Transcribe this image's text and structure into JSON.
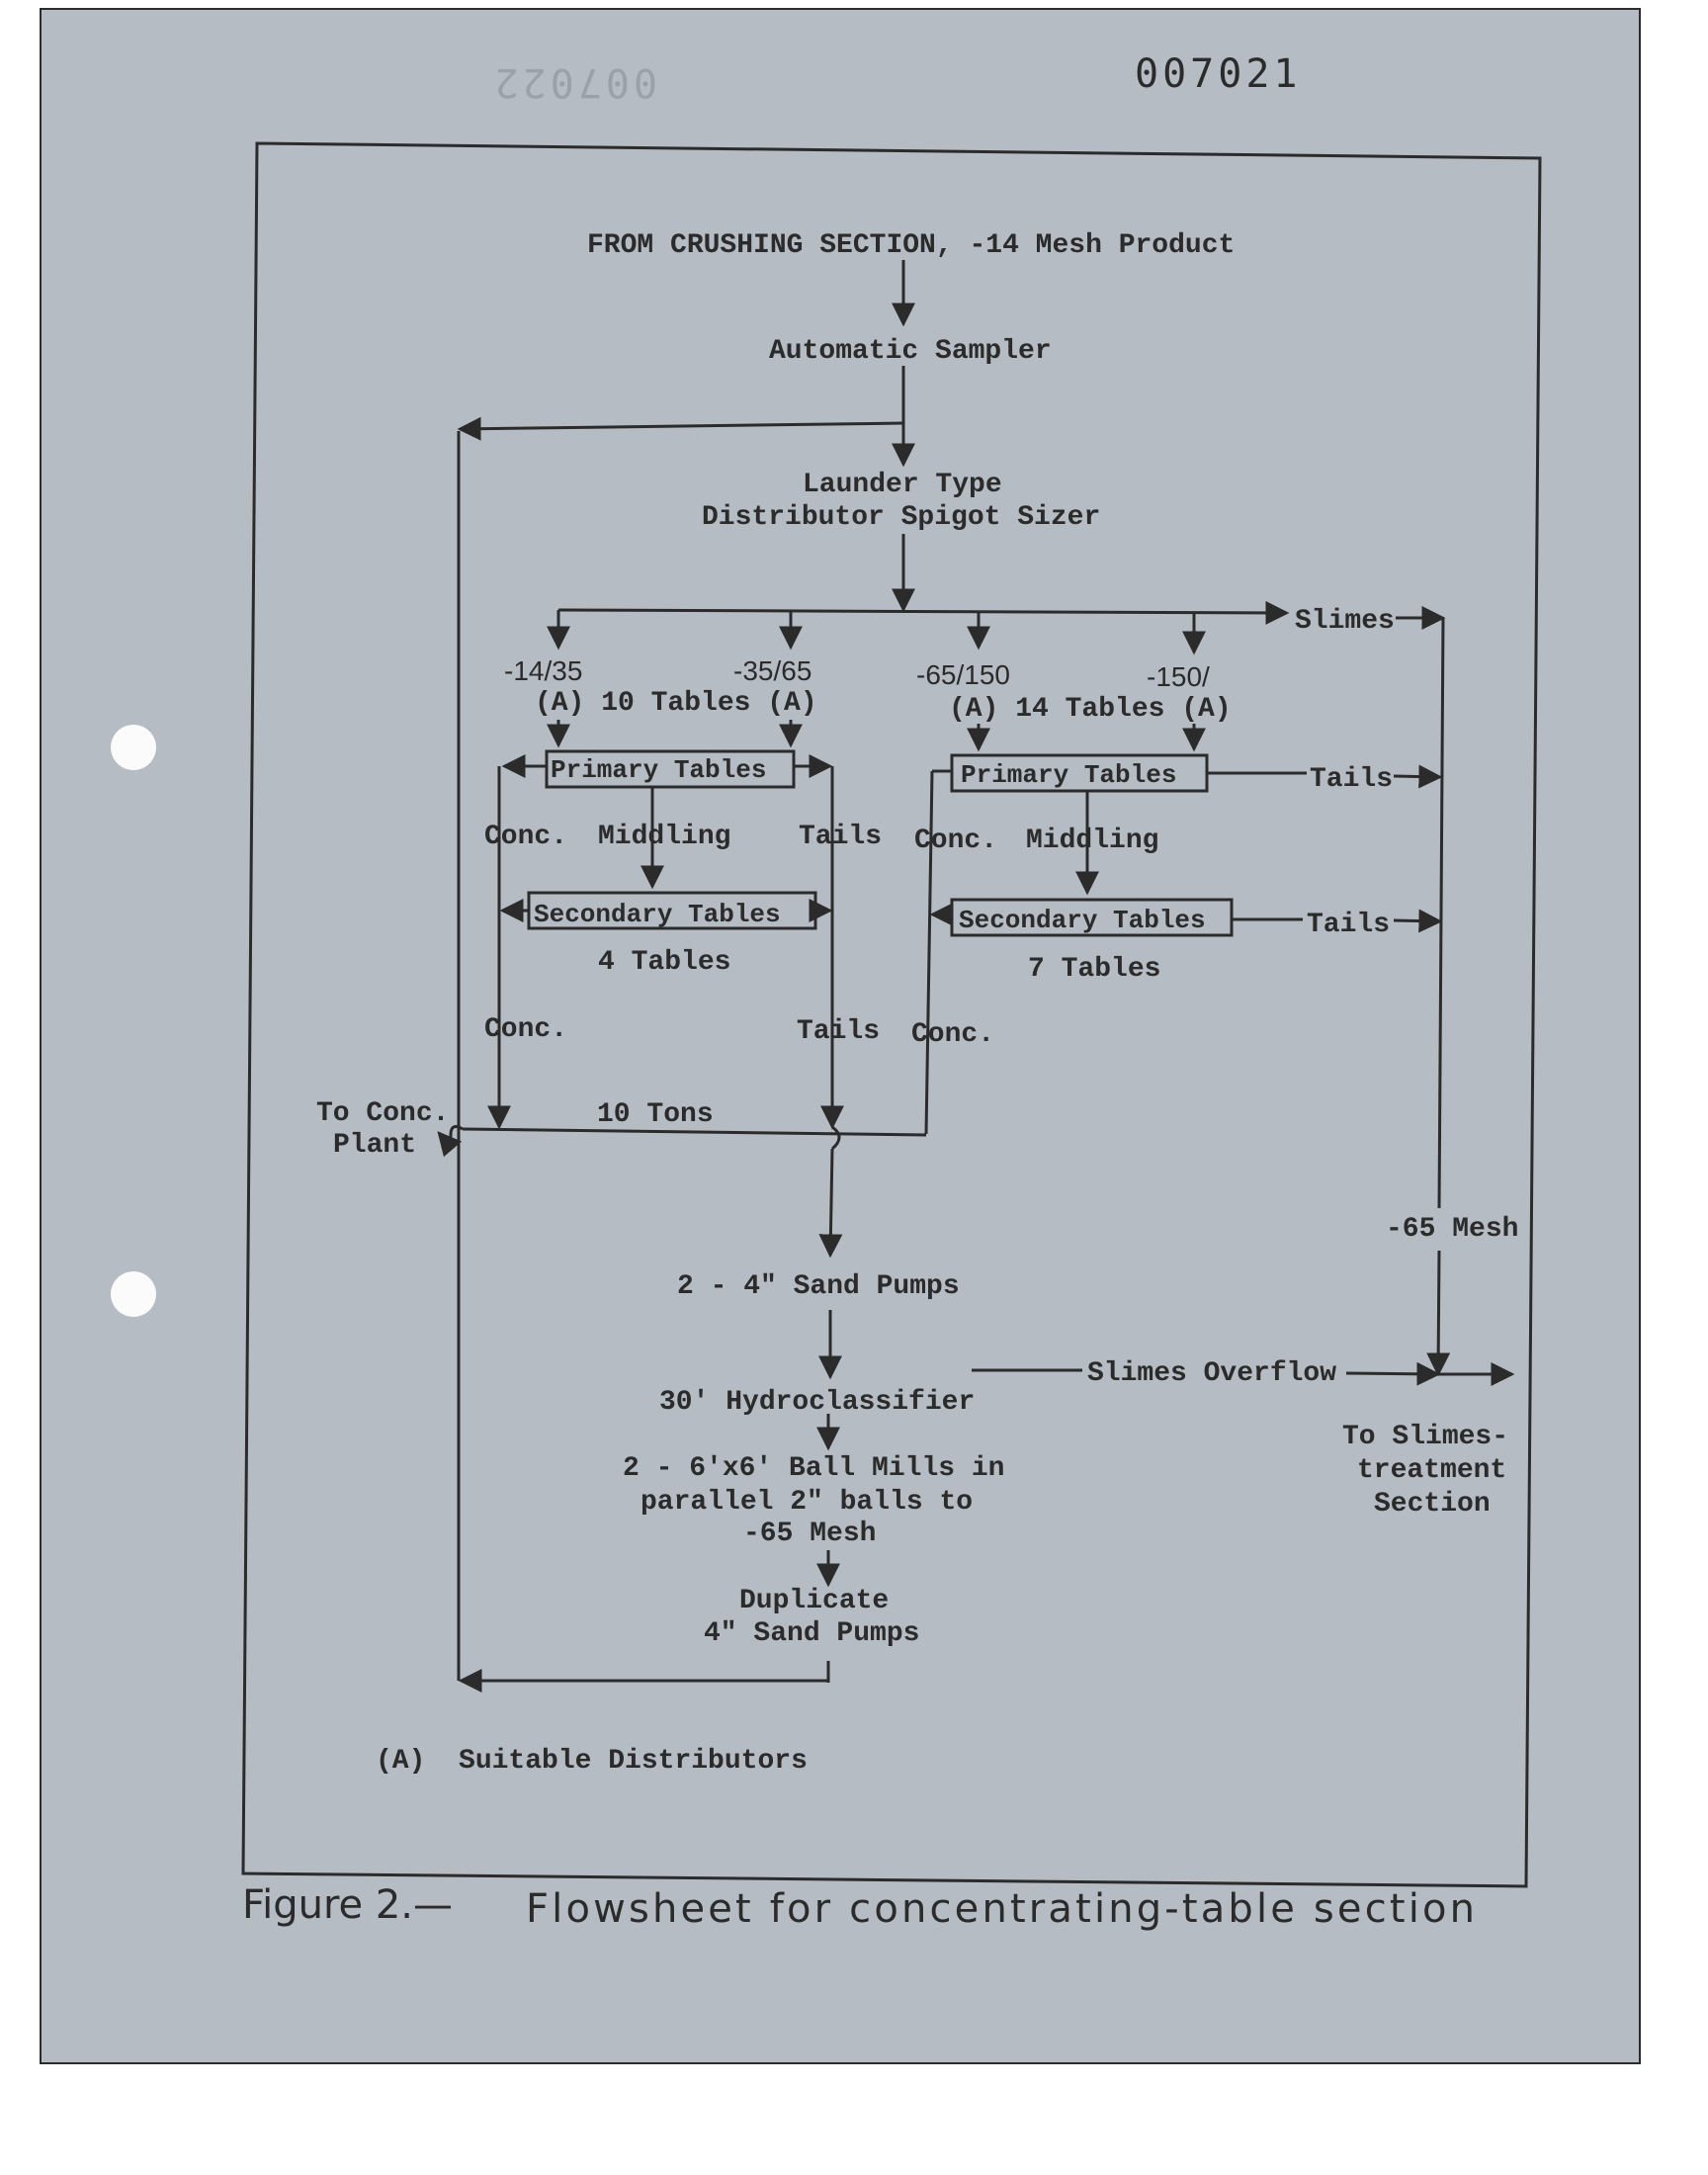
{
  "page_number": "007021",
  "ghost_number": "007022",
  "caption": {
    "prefix": "Figure 2.—",
    "title": "Flowsheet for concentrating-table section"
  },
  "nodes": {
    "crushing": "FROM CRUSHING SECTION, -14 Mesh Product",
    "sampler": "Automatic Sampler",
    "sizer_1": "Launder Type",
    "sizer_2": "Distributor Spigot Sizer",
    "slimes": "Slimes",
    "size_14_35": "-14/35",
    "size_35_65": "-35/65",
    "size_65_150": "-65/150",
    "size_150": "-150/",
    "tables_left": "(A) 10 Tables (A)",
    "tables_right": "(A) 14 Tables (A)",
    "primary_left": "Primary Tables",
    "primary_right": "Primary Tables",
    "conc_l1": "Conc.",
    "middling_l": "Middling",
    "tails_l1": "Tails",
    "conc_r1": "Conc.",
    "middling_r": "Middling",
    "tails_r1": "Tails",
    "secondary_left": "Secondary Tables",
    "secondary_right": "Secondary Tables",
    "tails_r2": "Tails",
    "four_tables": "4 Tables",
    "seven_tables": "7 Tables",
    "conc_l2": "Conc.",
    "tails_l2": "Tails",
    "conc_r2": "Conc.",
    "to_conc_1": "To Conc.",
    "to_conc_2": "Plant",
    "ten_tons": "10 Tons",
    "minus65": "-65 Mesh",
    "sand_pumps": "2 - 4\" Sand Pumps",
    "hydroclassifier": "30' Hydroclassifier",
    "slimes_overflow": "Slimes Overflow",
    "ball_1": "2 - 6'x6' Ball Mills in",
    "ball_2": "parallel 2\" balls to",
    "ball_3": "-65 Mesh",
    "dup_1": "Duplicate",
    "dup_2": "4\" Sand Pumps",
    "slimes_tr_1": "To Slimes-",
    "slimes_tr_2": "treatment",
    "slimes_tr_3": "Section",
    "footnote": "(A)  Suitable Distributors"
  }
}
